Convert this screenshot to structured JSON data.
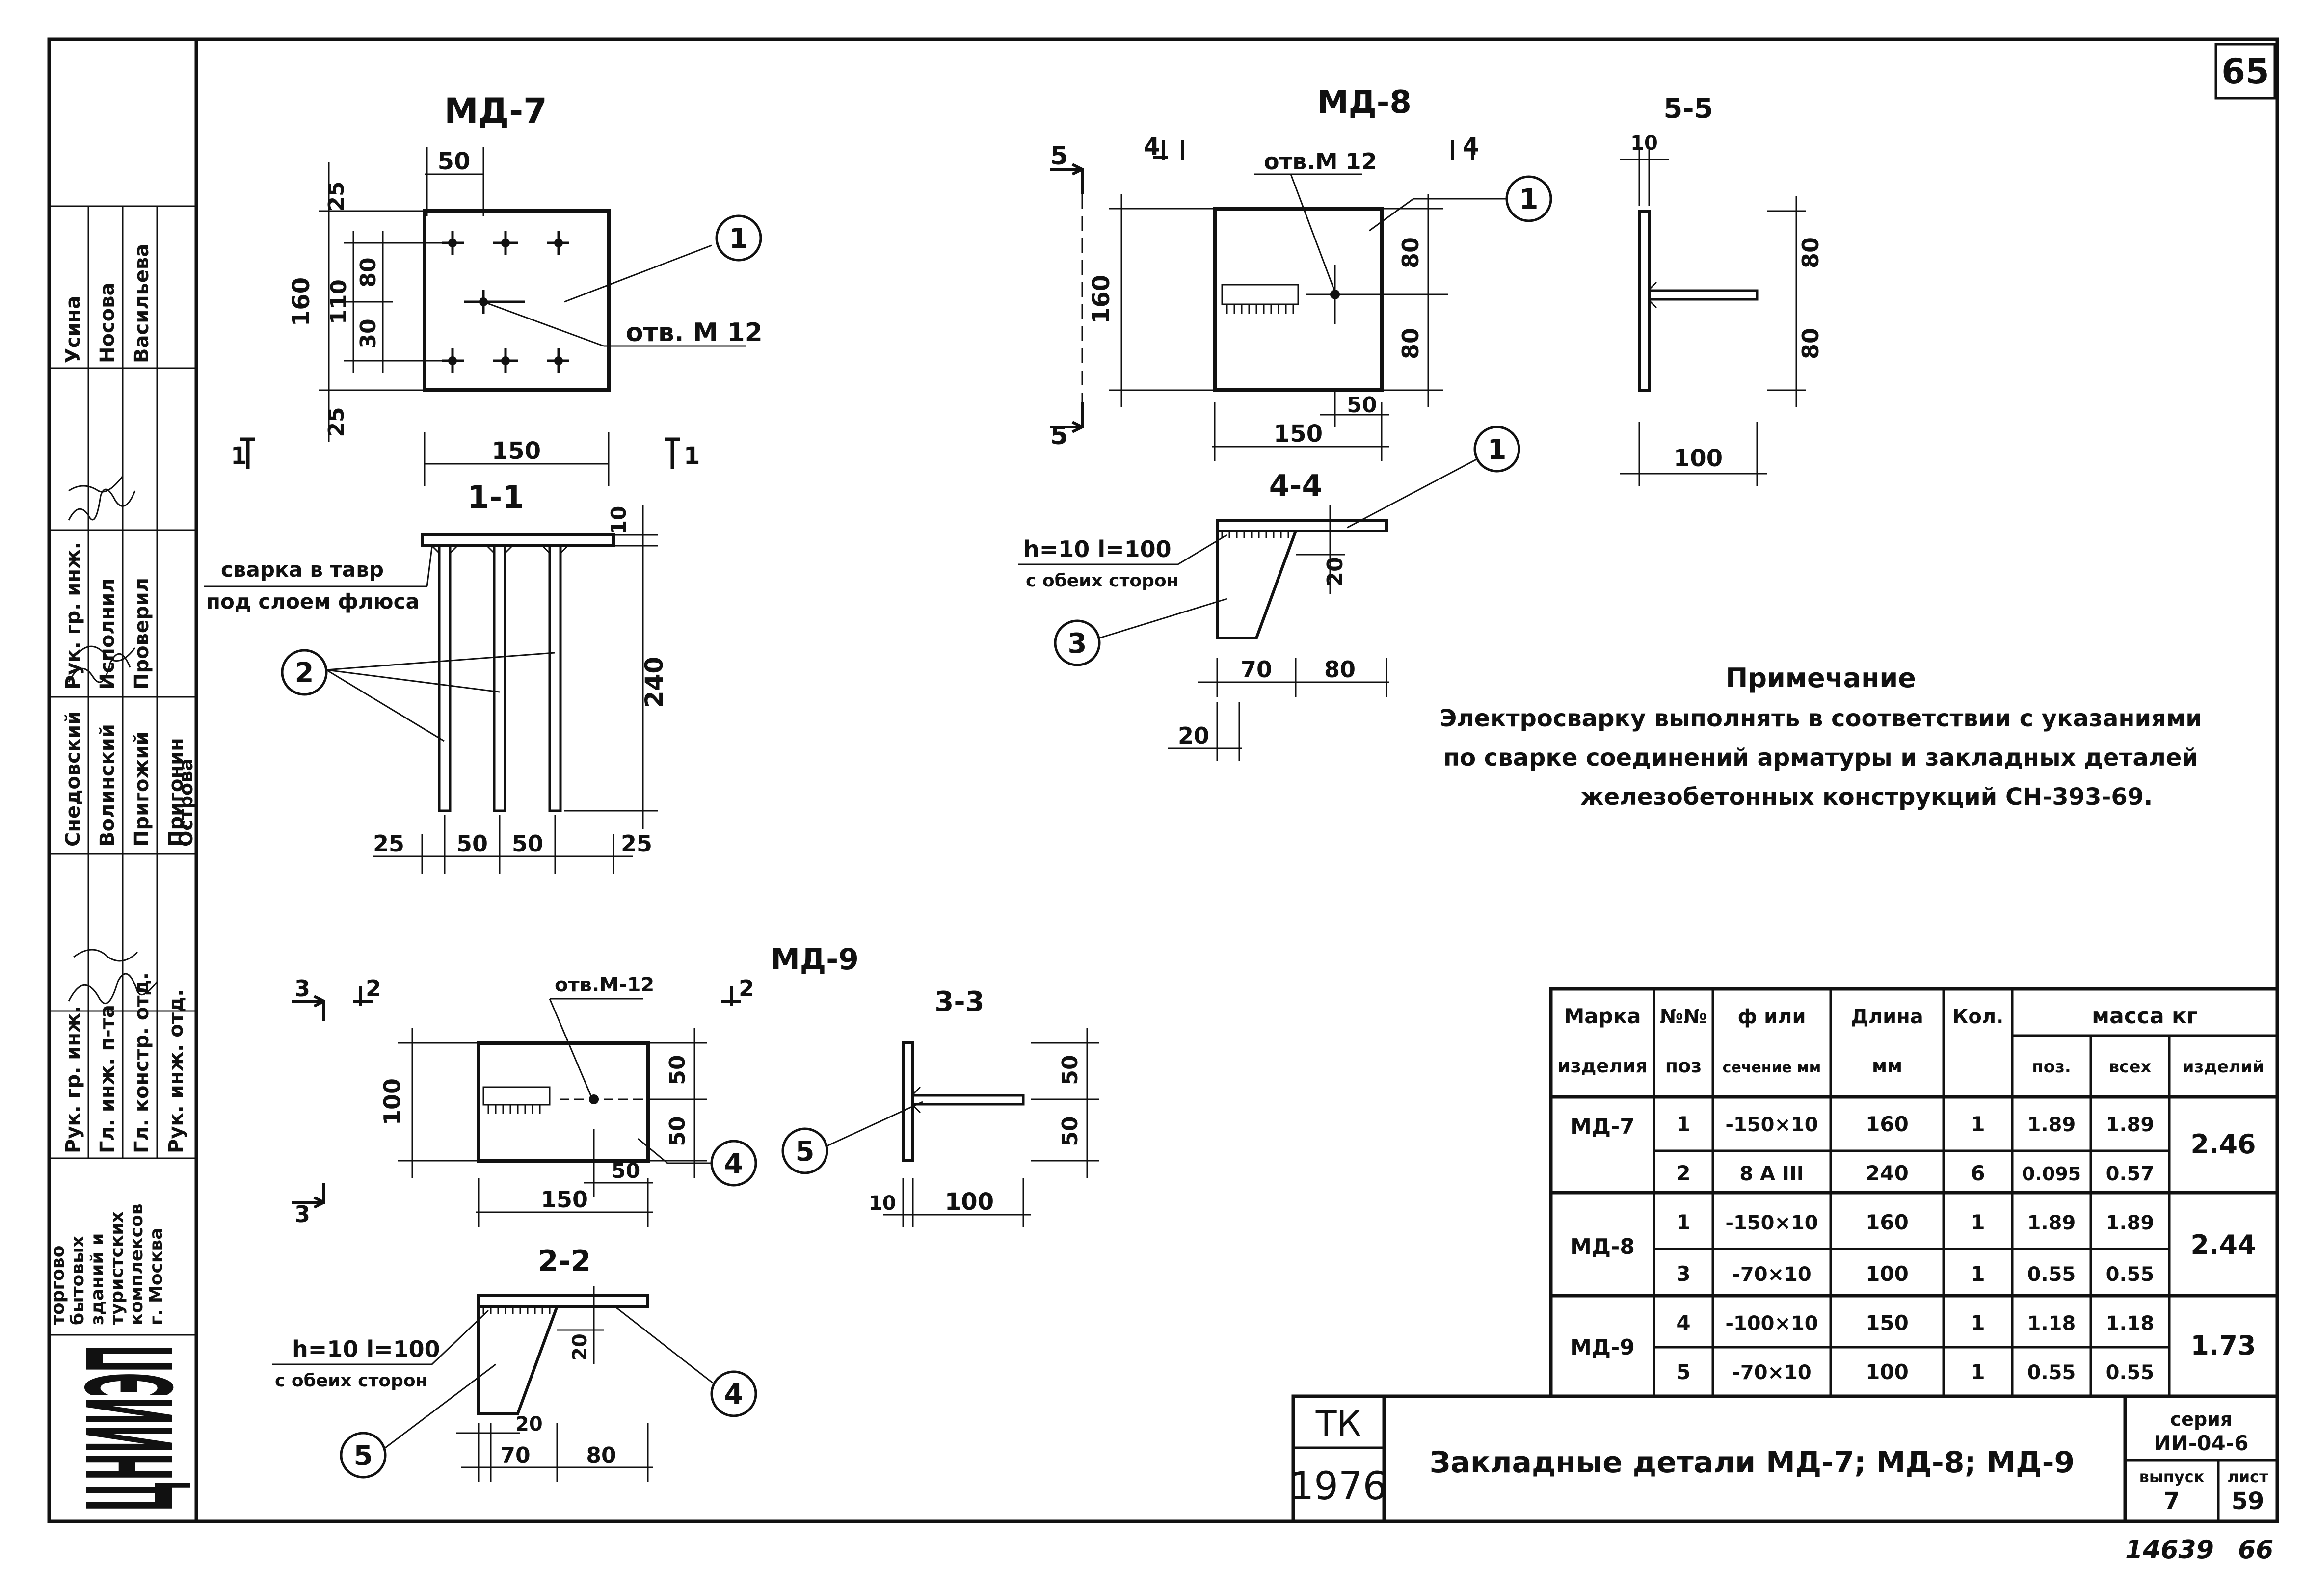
{
  "sheet_number": "65",
  "page_number": "66",
  "archive_number": "14639",
  "titles": {
    "md7": "МД-7",
    "md8": "МД-8",
    "md9": "МД-9",
    "sec11": "1-1",
    "sec22": "2-2",
    "sec33": "3-3",
    "sec44": "4-4",
    "sec55": "5-5"
  },
  "md7": {
    "dims": {
      "d50": "50",
      "d25t": "25",
      "d160": "160",
      "d110": "110",
      "d80": "80",
      "d30": "30",
      "d25b": "25",
      "d150": "150"
    },
    "hole": "отв. М 12",
    "cut1": "1",
    "pos1": "1"
  },
  "sec11": {
    "weld1": "сварка в тавр",
    "weld2": "под слоем флюса",
    "pos2": "2",
    "d10": "10",
    "d240": "240",
    "bottom": [
      "25",
      "50",
      "50",
      "25"
    ]
  },
  "md8": {
    "d4": "4",
    "cut5": "5",
    "hole": "отв.М 12",
    "pos1": "1",
    "d160": "160",
    "d80a": "80",
    "d80b": "80",
    "d50": "50",
    "d150": "150"
  },
  "sec44": {
    "pos1": "1",
    "pos3": "3",
    "weld": "h=10  l=100",
    "weld2": "с обеих сторон",
    "d20": "20",
    "d70": "70",
    "d80": "80",
    "d20b": "20"
  },
  "sec55": {
    "d10": "10",
    "d80a": "80",
    "d80b": "80",
    "d100": "100"
  },
  "md9": {
    "cut3": "3",
    "cut2": "2",
    "hole": "отв.М-12",
    "d100": "100",
    "d50a": "50",
    "d50b": "50",
    "d50c": "50",
    "d150": "150",
    "pos4": "4"
  },
  "sec33": {
    "pos5": "5",
    "d50a": "50",
    "d50b": "50",
    "d10": "10",
    "d100": "100"
  },
  "sec22": {
    "weld": "h=10  l=100",
    "weld2": "с обеих сторон",
    "pos4": "4",
    "pos5": "5",
    "d20": "20",
    "d20b": "20",
    "d70": "70",
    "d80": "80"
  },
  "note": {
    "title": "Примечание",
    "line1": "Электросварку выполнять в соответствии с указаниями",
    "line2": "по сварке соединений арматуры и закладных деталей",
    "line3": "железобетонных конструкций СН-393-69."
  },
  "table": {
    "headers": {
      "h1a": "Марка",
      "h1b": "изделия",
      "h2a": "№№",
      "h2b": "поз",
      "h3a": "ф или",
      "h3b": "сечение мм",
      "h4a": "Длина",
      "h4b": "мм",
      "h5": "Кол.",
      "h6": "масса кг",
      "h6a": "поз.",
      "h6b": "всех",
      "h6c": "изделий"
    },
    "rows": [
      {
        "mark": "МД-7",
        "pos": "1",
        "sec": "-150×10",
        "len": "160",
        "qty": "1",
        "mpos": "1.89",
        "mall": "1.89",
        "total": "2.46"
      },
      {
        "mark": "",
        "pos": "2",
        "sec": "8 А III",
        "len": "240",
        "qty": "6",
        "mpos": "0.095",
        "mall": "0.57",
        "total": ""
      },
      {
        "mark": "МД-8",
        "pos": "1",
        "sec": "-150×10",
        "len": "160",
        "qty": "1",
        "mpos": "1.89",
        "mall": "1.89",
        "total": "2.44"
      },
      {
        "mark": "",
        "pos": "3",
        "sec": "-70×10",
        "len": "100",
        "qty": "1",
        "mpos": "0.55",
        "mall": "0.55",
        "total": ""
      },
      {
        "mark": "МД-9",
        "pos": "4",
        "sec": "-100×10",
        "len": "150",
        "qty": "1",
        "mpos": "1.18",
        "mall": "1.18",
        "total": "1.73"
      },
      {
        "mark": "",
        "pos": "5",
        "sec": "-70×10",
        "len": "100",
        "qty": "1",
        "mpos": "0.55",
        "mall": "0.55",
        "total": ""
      }
    ]
  },
  "title_block": {
    "tk": "ТК",
    "year": "1976",
    "title": "Закладные детали МД-7; МД-8; МД-9",
    "series_label": "серия",
    "series": "ИИ-04-6",
    "issue_label": "выпуск",
    "issue": "7",
    "sheet_label": "лист",
    "sheet": "59"
  },
  "side_stamp": {
    "org": "ЦНИИЭП",
    "org_desc": [
      "торгово",
      "бытовых",
      "зданий и",
      "туристских",
      "комплексов",
      "г. Москва"
    ],
    "roles": [
      "Рук. гр. инж.",
      "Гл. инж. п-та",
      "Гл. констр. отд.",
      "Рук. инж. отд.",
      "Рук. гр. инж.",
      "Исполнил",
      "Проверил"
    ],
    "names": [
      "Снедовский",
      "Волинский",
      "Пригожий",
      "Пригонин",
      "Острова",
      "Усина",
      "Носова",
      "Васильева"
    ]
  }
}
